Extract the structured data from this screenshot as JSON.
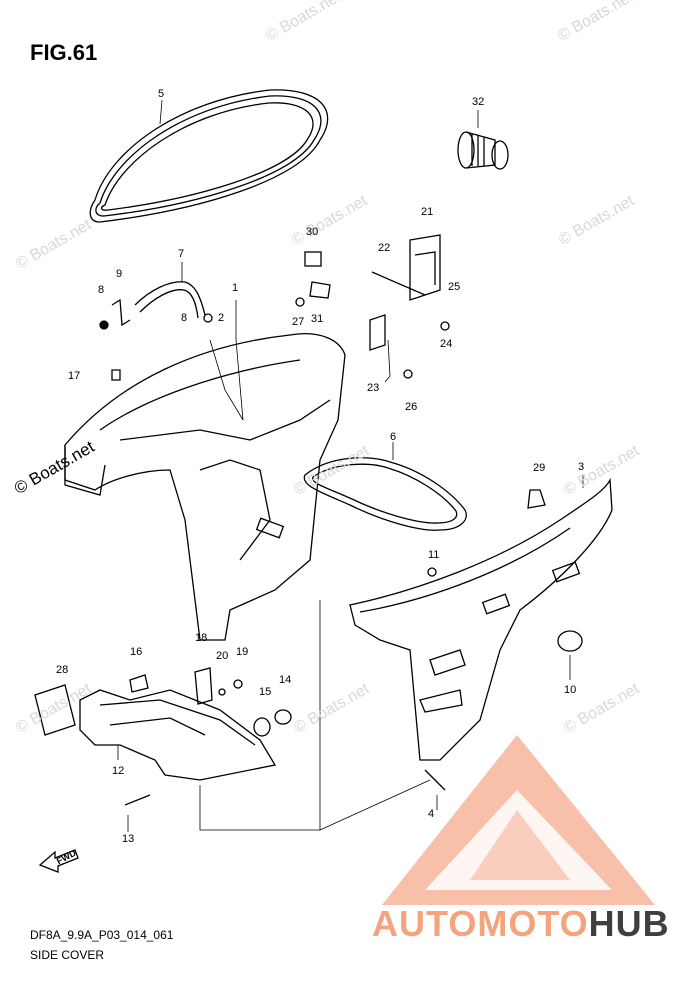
{
  "figure": {
    "title": "FIG.61",
    "code": "DF8A_9.9A_P03_014_061",
    "subtitle": "SIDE COVER",
    "fwd_label": "FWD"
  },
  "watermarks": {
    "left": "© Boats.net",
    "faint": "© Boats.net"
  },
  "logo": {
    "part1": "AUTOMOTO",
    "part2": "HUB",
    "colors": {
      "accent": "#f08a5d",
      "dark": "#3f3f3f"
    }
  },
  "callouts": [
    "1",
    "2",
    "3",
    "4",
    "5",
    "6",
    "7",
    "8",
    "8",
    "9",
    "10",
    "11",
    "12",
    "13",
    "14",
    "15",
    "16",
    "17",
    "18",
    "19",
    "20",
    "21",
    "22",
    "23",
    "24",
    "25",
    "26",
    "27",
    "28",
    "29",
    "30",
    "31",
    "32"
  ]
}
